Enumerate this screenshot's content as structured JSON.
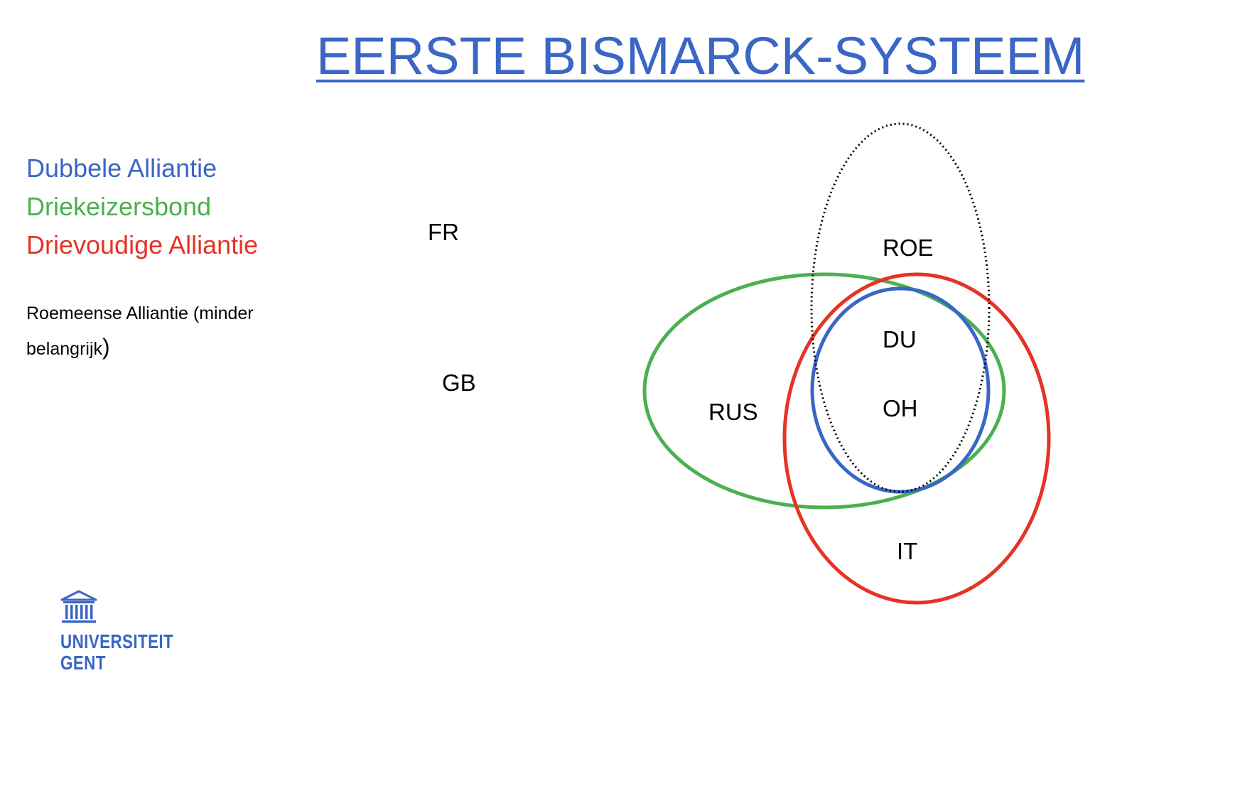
{
  "title": "EERSTE BISMARCK-SYSTEEM",
  "legend": {
    "items": [
      {
        "label": "Dubbele Alliantie",
        "color": "#3a66c4"
      },
      {
        "label": "Driekeizersbond",
        "color": "#4caf50"
      },
      {
        "label": "Drievoudige Alliantie",
        "color": "#e53325"
      }
    ],
    "note_text": "Roemeense Alliantie (minder belangrijk",
    "note_paren": ")"
  },
  "countries": {
    "fr": "FR",
    "gb": "GB",
    "rus": "RUS",
    "roe": "ROE",
    "du": "DU",
    "oh": "OH",
    "it": "IT"
  },
  "logo": {
    "line1": "UNIVERSITEIT",
    "line2": "GENT",
    "icon": "building-columns-icon"
  }
}
